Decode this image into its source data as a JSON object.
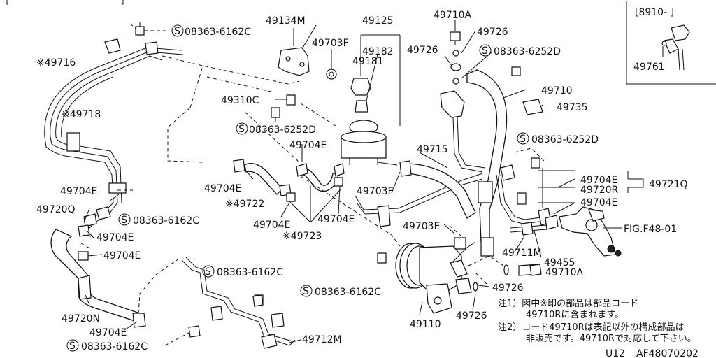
{
  "header": {
    "inset_date": "[8910-      ]"
  },
  "labels": {
    "p49134M": "49134M",
    "p49125": "49125",
    "p49710A_top": "49710A",
    "p49726_top": "49726",
    "p49716": "※49716",
    "p49718": "※49718",
    "p49703F": "49703F",
    "p49182": "49182",
    "p49181": "49181",
    "p49726_mid": "49726",
    "p49310C": "49310C",
    "p49710": "49710",
    "p49735": "49735",
    "p49761": "49761",
    "p49704E_a": "49704E",
    "p49715": "49715",
    "p49704E_right1": "49704E",
    "p49720R": "49720R",
    "p49721Q": "49721Q",
    "p49704E_right2": "49704E",
    "p49704E_left1": "49704E",
    "p49720Q": "49720Q",
    "p49704E_mid1": "49704E",
    "p49722": "※49722",
    "p49703E_a": "49703E",
    "p49704E_left2": "49704E",
    "p49704E_mid2": "49704E",
    "p49704E_mid3": "49704E",
    "p49723": "※49723",
    "p49703E_b": "49703E",
    "fig_ref": "FIG.F48-01",
    "p49711M": "49711M",
    "p49455": "49455",
    "p49704E_left3": "49704E",
    "p49710A_bot": "49710A",
    "p49726_bot1": "49726",
    "p49110": "49110",
    "p49726_bot2": "49726",
    "p49720N": "49720N",
    "p49704E_left4": "49704E",
    "p49712M": "49712M"
  },
  "bolts": {
    "b1": "08363-6162C",
    "b2": "08363-6252D",
    "b3": "08363-6252D",
    "b4": "08363-6252D",
    "b5": "08363-6162C",
    "b6": "08363-6162C",
    "b7": "08363-6162C",
    "b8": "08363-6162C",
    "s_mark": "S"
  },
  "notes": {
    "n1_line1": "注1）図中※印の部品は部品コード",
    "n1_line2": "49710Rに含まれます。",
    "n2_line1": "注2）コード49710Rは表記以外の構成部品は",
    "n2_line2": "非販売です。49710Rで対応して下さい。"
  },
  "footer": {
    "model": "U12",
    "fig_code": "AF48070202"
  }
}
